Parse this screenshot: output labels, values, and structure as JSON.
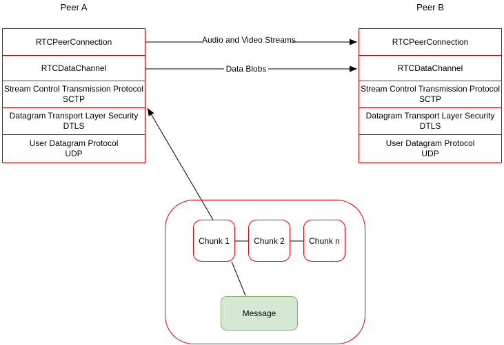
{
  "peers": {
    "a": {
      "title": "Peer A",
      "layers": [
        {
          "name": "RTCPeerConnection",
          "abbr": ""
        },
        {
          "name": "RTCDataChannel",
          "abbr": ""
        },
        {
          "name": "Stream Control Transmission Protocol",
          "abbr": "SCTP"
        },
        {
          "name": "Datagram Transport Layer Security",
          "abbr": "DTLS"
        },
        {
          "name": "User Datagram Protocol",
          "abbr": "UDP"
        }
      ]
    },
    "b": {
      "title": "Peer B",
      "layers": [
        {
          "name": "RTCPeerConnection",
          "abbr": ""
        },
        {
          "name": "RTCDataChannel",
          "abbr": ""
        },
        {
          "name": "Stream Control Transmission Protocol",
          "abbr": "SCTP"
        },
        {
          "name": "Datagram Transport Layer Security",
          "abbr": "DTLS"
        },
        {
          "name": "User Datagram Protocol",
          "abbr": "UDP"
        }
      ]
    }
  },
  "connections": [
    {
      "label": "Audio and Video Streams"
    },
    {
      "label": "Data Blobs"
    }
  ],
  "chunk_group": {
    "chunks": [
      {
        "label": "Chunk 1"
      },
      {
        "label": "Chunk 2"
      },
      {
        "label": "Chunk n"
      }
    ],
    "message": {
      "label": "Message"
    }
  },
  "colors": {
    "stack_border_red": "#cc0000",
    "chunk_border_red": "#e60000",
    "message_fill_green": "#d5e8d4",
    "message_border_green": "#82b366",
    "line_black": "#000000",
    "text": "#000000",
    "background": "#ffffff"
  }
}
